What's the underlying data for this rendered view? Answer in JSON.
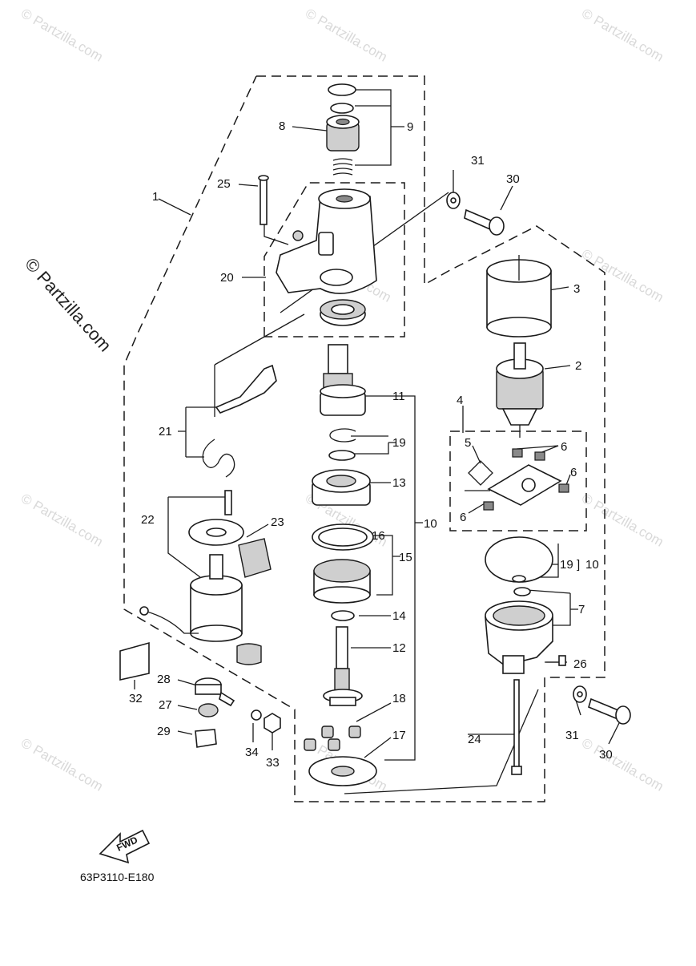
{
  "watermark": {
    "text": "© Partzilla.com"
  },
  "diagram": {
    "code": "63P3110-E180",
    "fwd_label": "FWD",
    "callouts": {
      "c1": "1",
      "c2": "2",
      "c3": "3",
      "c4": "4",
      "c5": "5",
      "c6a": "6",
      "c6b": "6",
      "c6c": "6",
      "c6d": "6",
      "c7": "7",
      "c8": "8",
      "c9": "9",
      "c10a": "10",
      "c10b": "10",
      "c11": "11",
      "c12": "12",
      "c13": "13",
      "c14": "14",
      "c15": "15",
      "c16": "16",
      "c17": "17",
      "c18": "18",
      "c19a": "19",
      "c19b": "19",
      "c20": "20",
      "c21": "21",
      "c22": "22",
      "c23": "23",
      "c24": "24",
      "c25": "25",
      "c26": "26",
      "c27": "27",
      "c28": "28",
      "c29": "29",
      "c30a": "30",
      "c30b": "30",
      "c31a": "31",
      "c31b": "31",
      "c32": "32",
      "c33": "33",
      "c34": "34"
    }
  }
}
